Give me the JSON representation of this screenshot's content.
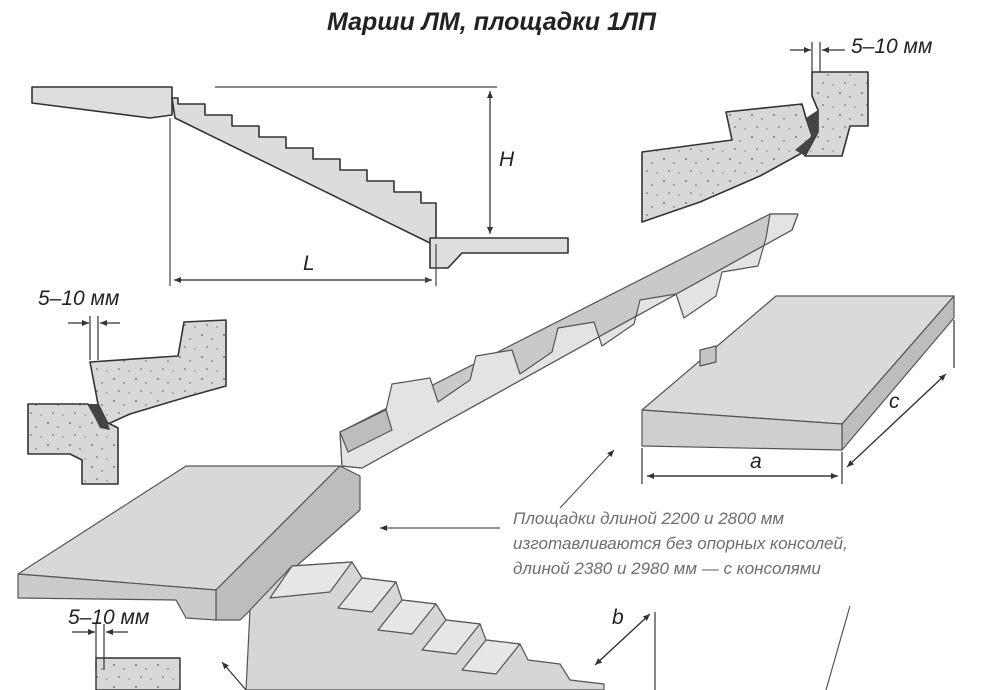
{
  "title": "Марши ЛМ, площадки 1ЛП",
  "labels": {
    "height": "H",
    "length": "L",
    "gap_top_right": "5–10 мм",
    "gap_left": "5–10 мм",
    "gap_bottom": "5–10 мм",
    "width_a": "a",
    "depth_c": "c",
    "width_b": "b"
  },
  "note": {
    "line1": "Площадки длиной 2200 и 2800 мм",
    "line2": "изготавливаются без опорных консолей,",
    "line3": "длиной 2380 и 2980 мм — с консолями"
  },
  "colors": {
    "concrete_top": "#dcdcdc",
    "concrete_side": "#b9b9b9",
    "concrete_front": "#c8c8c8",
    "outline": "#333333",
    "dimension": "#444444",
    "note_text": "#6e6e6e"
  }
}
